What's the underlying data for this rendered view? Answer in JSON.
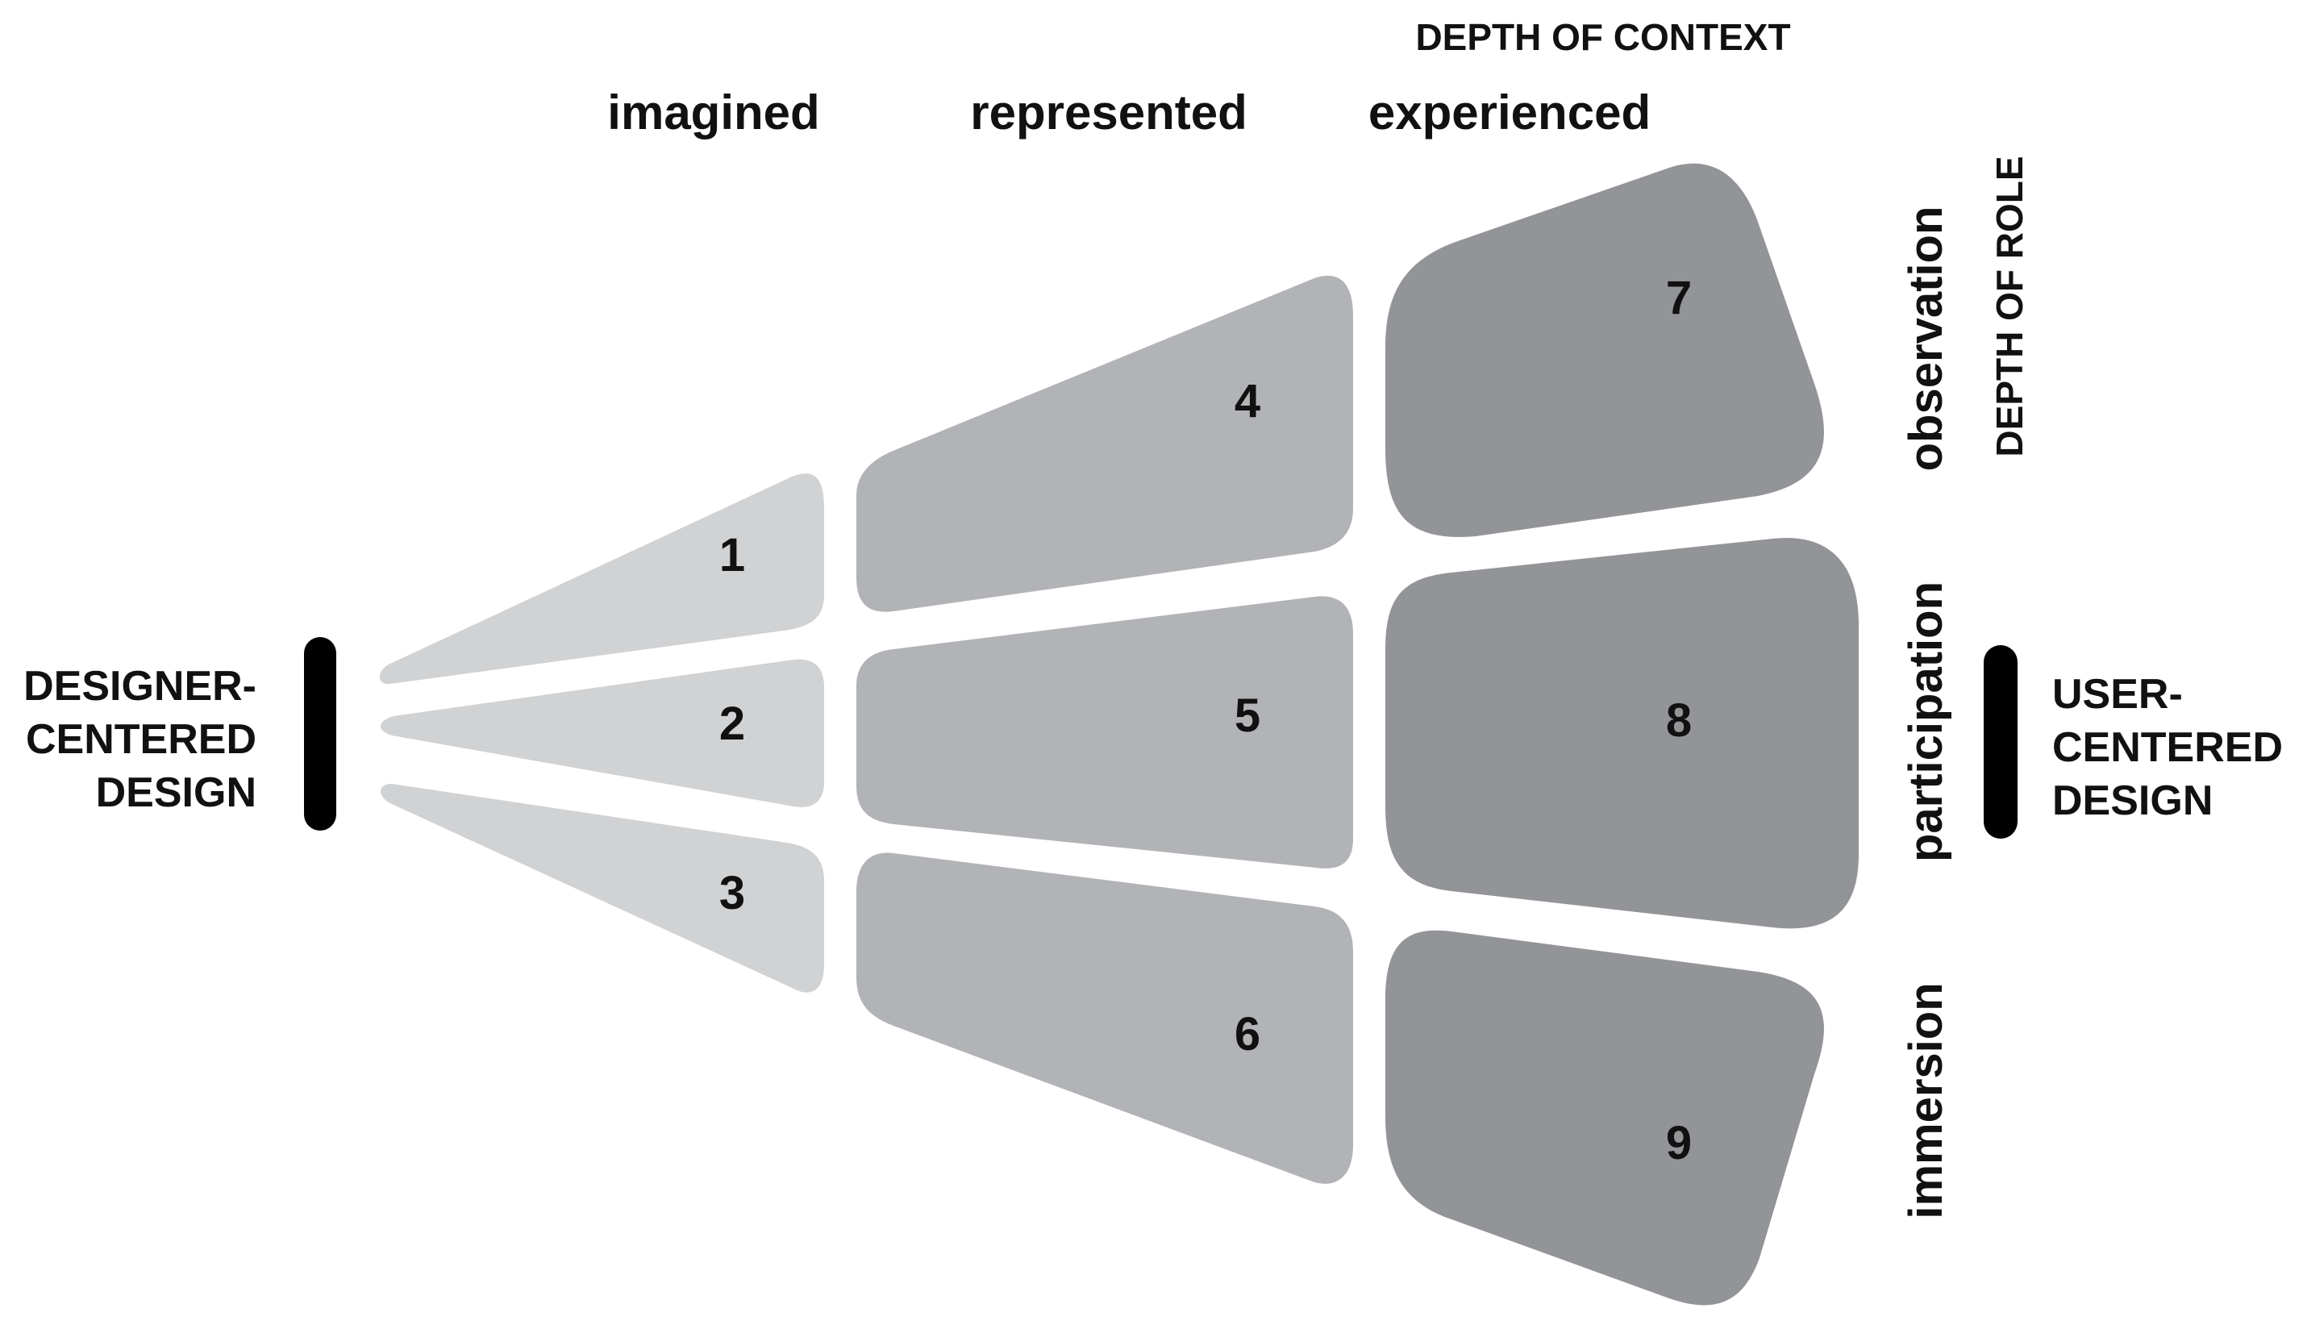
{
  "axes": {
    "context_title": "DEPTH OF CONTEXT",
    "role_title": "DEPTH OF ROLE"
  },
  "columns": [
    "imagined",
    "represented",
    "experienced"
  ],
  "rows": [
    "observation",
    "participation",
    "immersion"
  ],
  "sides": {
    "left": [
      "DESIGNER-",
      "CENTERED",
      "DESIGN"
    ],
    "right": [
      "USER-",
      "CENTERED",
      "DESIGN"
    ]
  },
  "cells": [
    "1",
    "2",
    "3",
    "4",
    "5",
    "6",
    "7",
    "8",
    "9"
  ],
  "colors": {
    "imagined": "#d1d2d4",
    "represented": "#b2b3b6",
    "experienced": "#939497",
    "ink": "#111111"
  }
}
